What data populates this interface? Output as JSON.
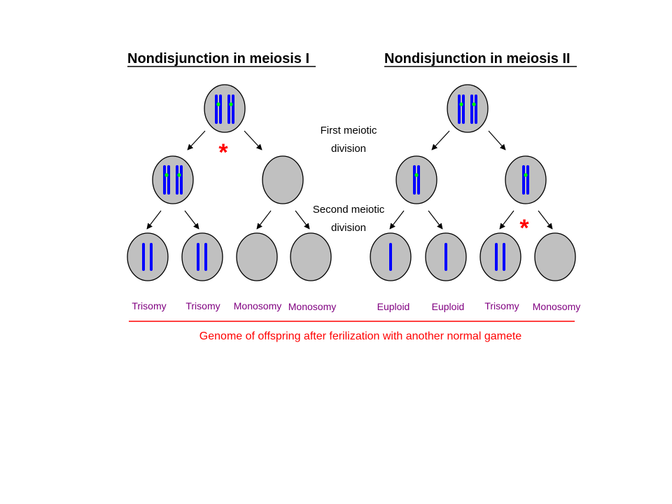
{
  "titles": {
    "left": "Nondisjunction in meiosis I",
    "right": "Nondisjunction in meiosis II"
  },
  "stage_labels": {
    "first_line1": "First meiotic",
    "first_line2": "division",
    "second_line1": "Second meiotic",
    "second_line2": "division"
  },
  "outcomes": {
    "left": [
      "Trisomy",
      "Trisomy",
      "Monosomy",
      "Monosomy"
    ],
    "right": [
      "Euploid",
      "Euploid",
      "Trisomy",
      "Monosomy"
    ]
  },
  "asterisk": "*",
  "footer": "Genome of offspring after ferilization with another normal gamete",
  "colors": {
    "cell_fill": "#c0c0c0",
    "chromosome": "#0000ff",
    "centromere": "#00ff00",
    "outcome_text": "#800080",
    "footer_text": "#ff0000",
    "footer_line": "#ff0000",
    "asterisk": "#ff0000"
  }
}
